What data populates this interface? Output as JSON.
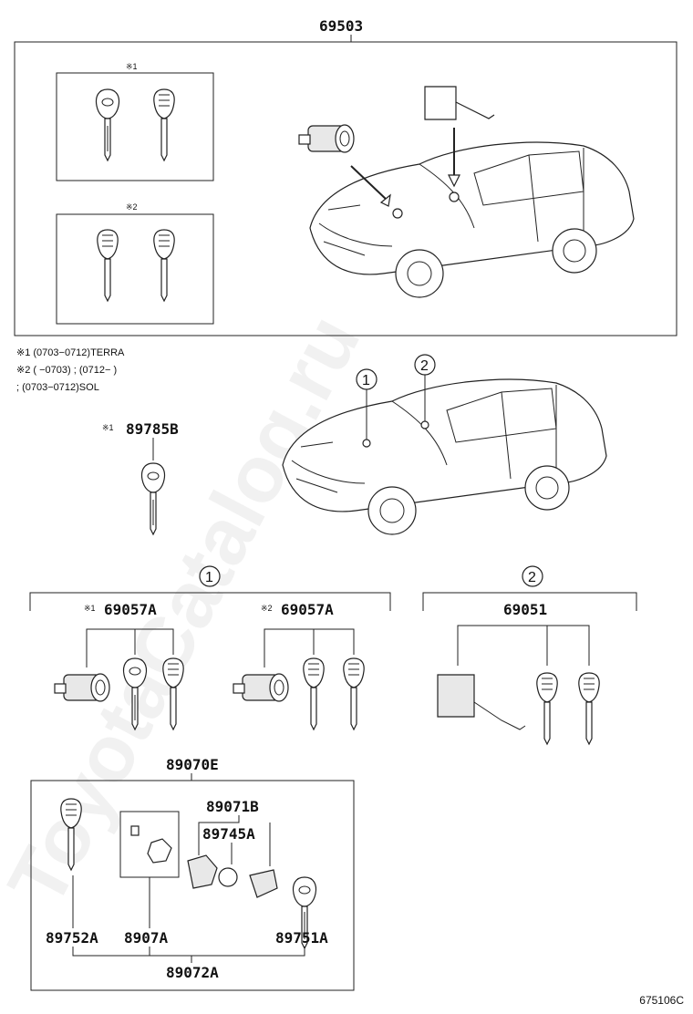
{
  "diagram": {
    "top_assembly": "69503",
    "note_mark_1": "※1",
    "note_mark_2": "※2",
    "notes": [
      "※1 (0703−0712)TERRA",
      "※2 (         −0703) ; (0712−          )",
      "      ; (0703−0712)SOL"
    ],
    "key_89785b": "89785B",
    "callout_1": "1",
    "callout_2": "2",
    "group_1_part_a": "69057A",
    "group_1_part_b": "69057A",
    "group_2_part": "69051",
    "kit_part": "89070E",
    "sub_89071b": "89071B",
    "sub_89745a": "89745A",
    "sub_89752a": "89752A",
    "sub_8907a": "8907A",
    "sub_89751a": "89751A",
    "sub_89072a": "89072A",
    "watermark": "ToyotaCatalog.ru",
    "figure_code": "675106C"
  }
}
